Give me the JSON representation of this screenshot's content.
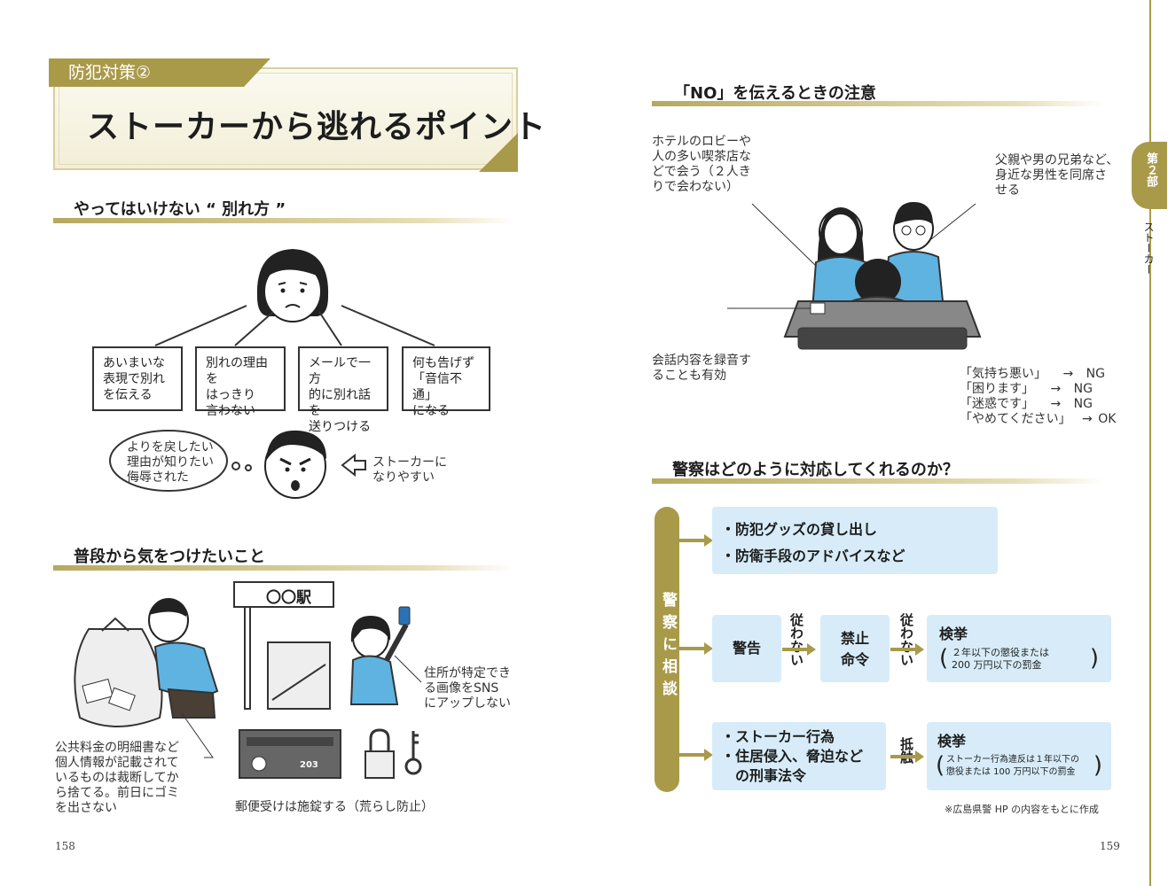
{
  "left": {
    "tag": "防犯対策②",
    "title": "ストーカーから逃れるポイント",
    "section1": "やってはいけない “ 別れ方 ”",
    "bad_ways": [
      [
        "あいまいな",
        "表現で別れ",
        "を伝える"
      ],
      [
        "別れの理由を",
        "はっきり",
        "言わない"
      ],
      [
        "メールで一方",
        "的に別れ話を",
        "送りつける"
      ],
      [
        "何も告げず",
        "「音信不通」",
        "になる"
      ]
    ],
    "bubble": [
      "よりを戻したい",
      "理由が知りたい",
      "侮辱された"
    ],
    "result": [
      "ストーカーに",
      "なりやすい"
    ],
    "section2": "普段から気をつけたいこと",
    "station_sign": "〇〇駅",
    "mailbox_number": "203",
    "note_photo": [
      "住所が特定でき",
      "る画像をSNS",
      "にアップしない"
    ],
    "note_trash": [
      "公共料金の明細書など",
      "個人情報が記載されて",
      "いるものは裁断してか",
      "ら捨てる。前日にゴミ",
      "を出さない"
    ],
    "note_mailbox": "郵便受けは施錠する（荒らし防止）",
    "page_number": "158"
  },
  "right": {
    "section1": "「NO」を伝えるときの注意",
    "note_place": [
      "ホテルのロビーや",
      "人の多い喫茶店な",
      "どで会う（２人き",
      "りで会わない）"
    ],
    "note_family": [
      "父親や男の兄弟など、",
      "身近な男性を同席さ",
      "せる"
    ],
    "note_record": [
      "会話内容を録音す",
      "ることも有効"
    ],
    "phrases": [
      {
        "text": "「気持ち悪い」",
        "arrow": "→",
        "result": "NG"
      },
      {
        "text": "「困ります」",
        "arrow": "→",
        "result": "NG"
      },
      {
        "text": "「迷惑です」",
        "arrow": "→",
        "result": "NG"
      },
      {
        "text": "「やめてください」",
        "arrow": "→",
        "result": "OK"
      }
    ],
    "section2": "警察はどのように対応してくれるのか？",
    "police": "警察に相談",
    "support": [
      "・防犯グッズの貸し出し",
      "・防衛手段のアドバイスなど"
    ],
    "warning": "警告",
    "if_not_comply": "従わない",
    "ban_order": [
      "禁止",
      "命令"
    ],
    "arrest": "検挙",
    "arrest_detail1": [
      "２年以下の懲役または",
      "200 万円以下の罰金"
    ],
    "crimes": [
      "・ストーカー行為",
      "・住居侵入、脅迫など",
      "　の刑事法令"
    ],
    "contact": "抵触",
    "arrest_detail2": [
      "ストーカー行為違反は１年以下の",
      "懲役または 100 万円以下の罰金"
    ],
    "source": "※広島県警 HP の内容をもとに作成",
    "page_number": "159",
    "side_tab": {
      "part": "第２部",
      "label": "ストーカー"
    }
  },
  "colors": {
    "gold": "#a99a4a",
    "light_blue": "#d7ecf8",
    "shirt_blue": "#5fb3e0"
  }
}
